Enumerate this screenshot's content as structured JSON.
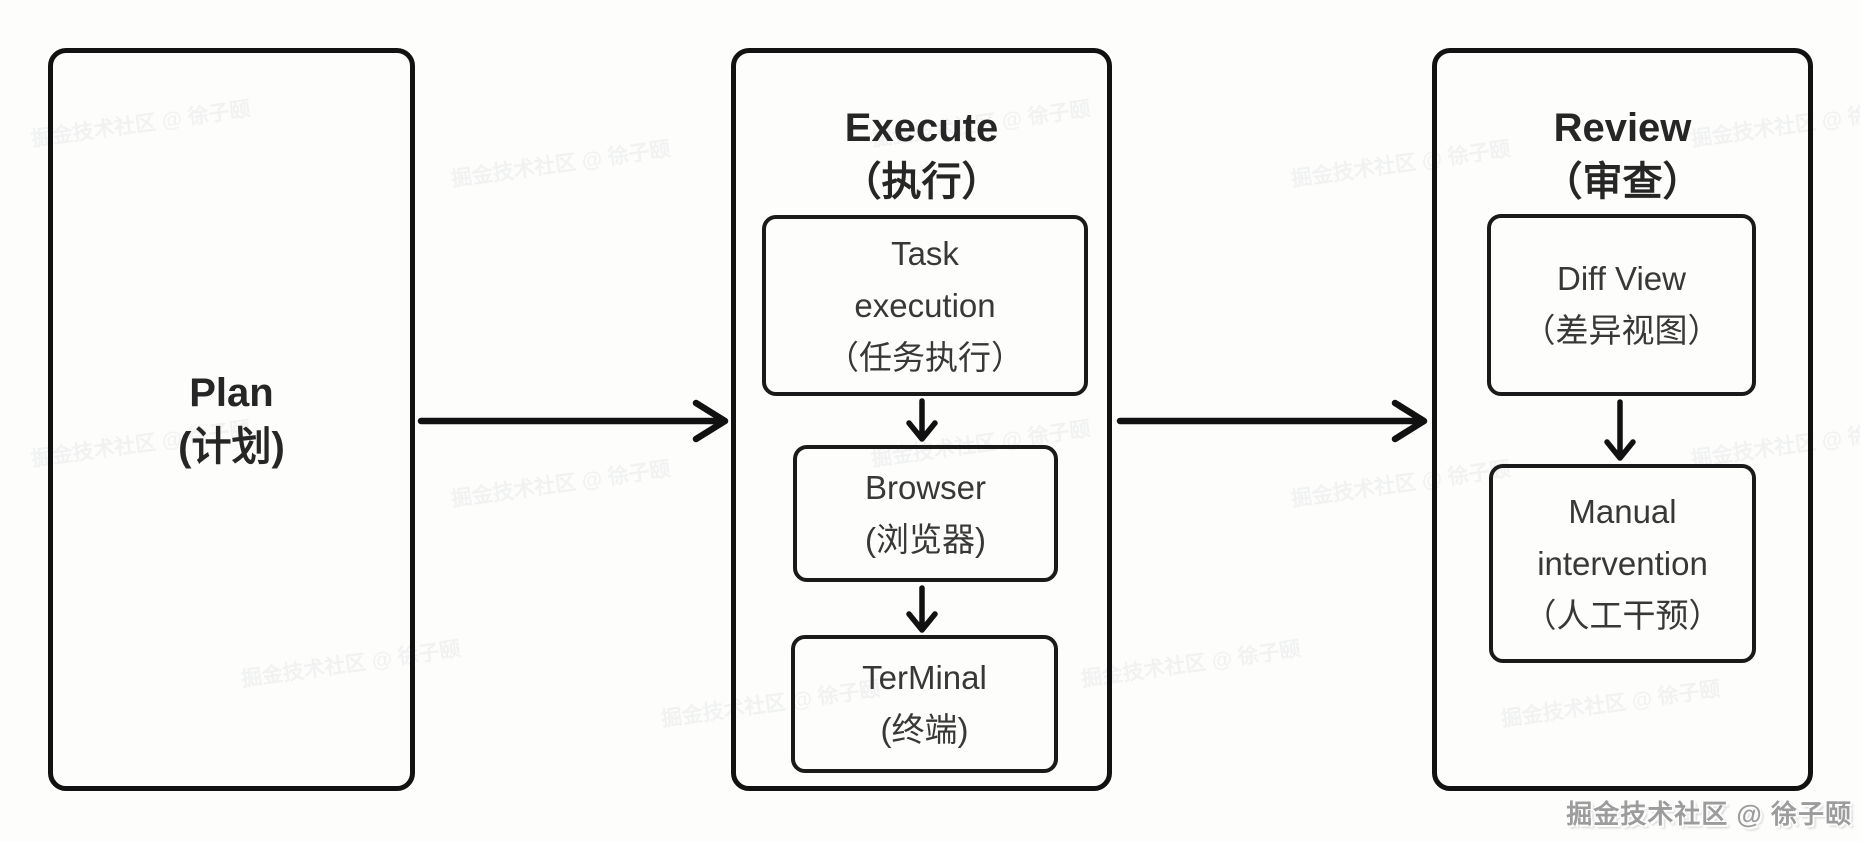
{
  "columns": [
    {
      "id": "plan",
      "title": "Plan",
      "subtitle": "(计划)",
      "children": []
    },
    {
      "id": "execute",
      "title": "Execute",
      "subtitle": "（执行）",
      "children": [
        {
          "id": "task-execution",
          "lines": [
            "Task",
            "execution",
            "（任务执行）"
          ]
        },
        {
          "id": "browser",
          "lines": [
            "Browser",
            "(浏览器)"
          ]
        },
        {
          "id": "terminal",
          "lines": [
            "TerMinal",
            "(终端)"
          ]
        }
      ]
    },
    {
      "id": "review",
      "title": "Review",
      "subtitle": "（审查）",
      "children": [
        {
          "id": "diff-view",
          "lines": [
            "Diff View",
            "（差异视图）"
          ]
        },
        {
          "id": "manual-intervention",
          "lines": [
            "Manual",
            "intervention",
            "（人工干预）"
          ]
        }
      ]
    }
  ],
  "watermark": {
    "text": "掘金技术社区 @ 徐子颐"
  },
  "colors": {
    "background": "#fdfdfb",
    "box_border": "#121212",
    "title_text": "#262626",
    "body_text": "#383838",
    "arrow": "#111111",
    "watermark_text": "#9c9c9c"
  }
}
